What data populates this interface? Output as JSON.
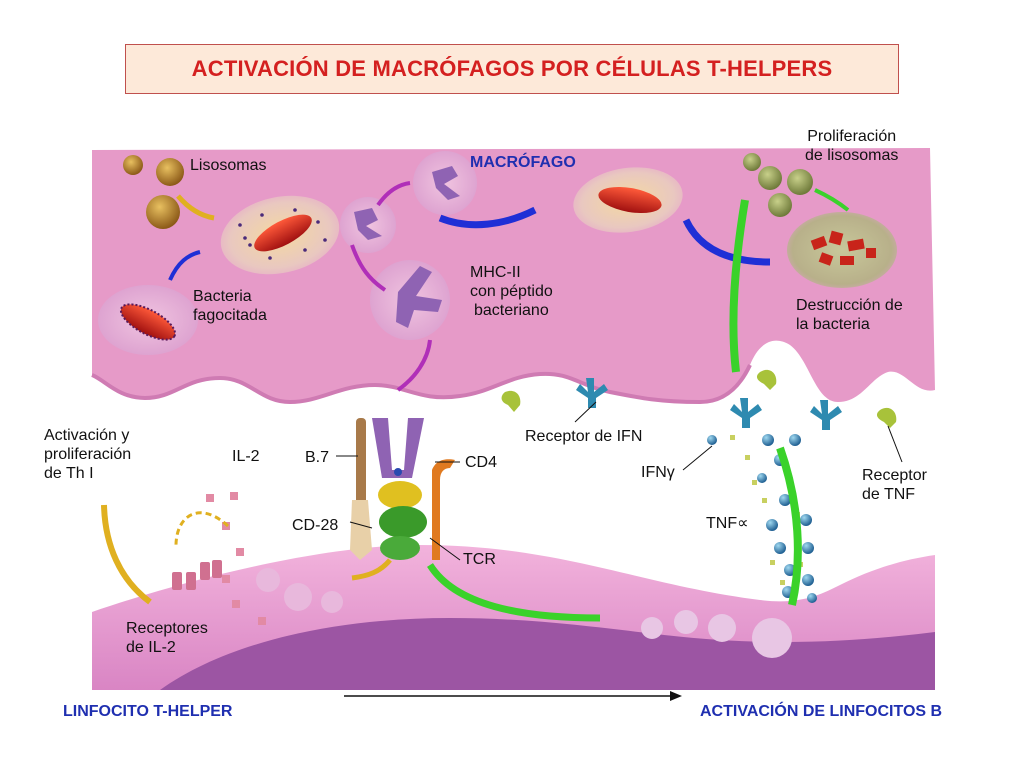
{
  "title": "ACTIVACIÓN DE MACRÓFAGOS POR CÉLULAS T-HELPERS",
  "labels": {
    "macrofago": "MACRÓFAGO",
    "lisosomas": "Lisosomas",
    "bacteria_line1": "Bacteria",
    "bacteria_line2": "fagocitada",
    "mhc_line1": "MHC-II",
    "mhc_line2": "con péptido",
    "mhc_line3": "bacteriano",
    "prolif_lis_line1": "Proliferación",
    "prolif_lis_line2": "de lisosomas",
    "destruccion_line1": "Destrucción de",
    "destruccion_line2": "la bacteria",
    "receptor_ifn": "Receptor de IFN",
    "activacion_line1": "Activación y",
    "activacion_line2": "proliferación",
    "activacion_line3": "de Th I",
    "il2": "IL-2",
    "b7": "B.7",
    "cd4": "CD4",
    "cd28": "CD-28",
    "tcr": "TCR",
    "ifn": "IFNγ",
    "tnf": "TNF∝",
    "receptor_tnf_line1": "Receptor",
    "receptor_tnf_line2": "de TNF",
    "receptores_il2_line1": "Receptores",
    "receptores_il2_line2": "de IL-2"
  },
  "footer": {
    "left": "LINFOCITO T-HELPER",
    "right": "ACTIVACIÓN DE LINFOCITOS B"
  },
  "colors": {
    "title_text": "#d42020",
    "title_border": "#c0504d",
    "title_fill": "#fde9d9",
    "macrophage": "#e69ac8",
    "lymphocyte": "#ea9ad0",
    "lymphocyte_nucleus": "#9c55a3",
    "label_blue": "#1f2fb0",
    "arrow_green": "#3ad22a",
    "arrow_blue": "#1f2fd6",
    "arrow_purple": "#b02fb8",
    "arrow_yellow": "#e0b020"
  }
}
